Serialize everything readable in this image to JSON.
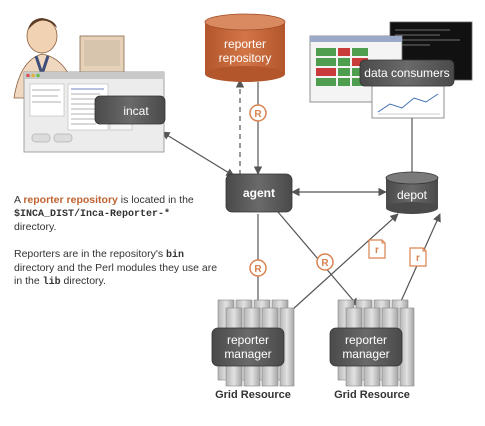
{
  "nodes": {
    "repository_line1": "reporter",
    "repository_line2": "repository",
    "data_consumers": "data consumers",
    "incat": "incat",
    "agent": "agent",
    "depot": "depot",
    "manager1_line1": "reporter",
    "manager1_line2": "manager",
    "manager2_line1": "reporter",
    "manager2_line2": "manager",
    "grid1": "Grid Resource",
    "grid2": "Grid Resource"
  },
  "badges": {
    "reporter_badge": "R",
    "report_badge": "r"
  },
  "description": {
    "p1_prefix": "A ",
    "p1_highlight": "reporter repository",
    "p1_mid": " is located in the ",
    "p1_code": "$INCA_DIST/Inca-Reporter-*",
    "p1_suffix": " directory.",
    "p2_a": "Reporters are in the repository's ",
    "p2_code1": "bin",
    "p2_b": " directory and the Perl modules they use are in the ",
    "p2_code2": "lib",
    "p2_c": " directory."
  },
  "colors": {
    "repository": "#c4663a",
    "node_dark": "#5a5a5a",
    "badge": "#d9824f",
    "arrow": "#555555",
    "highlight": "#c0622f"
  }
}
